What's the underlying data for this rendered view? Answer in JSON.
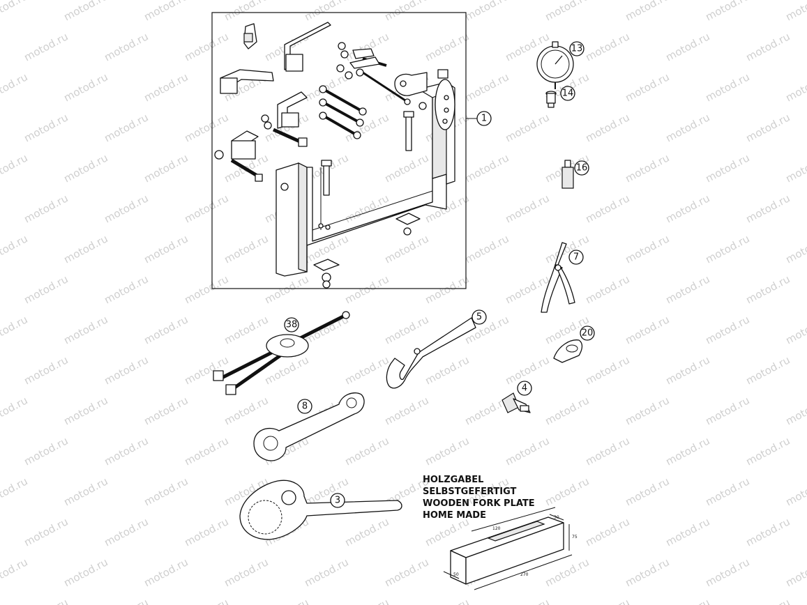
{
  "watermark": "motod.ru",
  "callouts": [
    "1",
    "13",
    "14",
    "16",
    "7",
    "20",
    "4",
    "38",
    "5",
    "8",
    "3"
  ],
  "note": {
    "lines": [
      "HOLZGABEL",
      "SELBSTGEFERTIGT",
      "WOODEN FORK PLATE",
      "HOME MADE"
    ]
  },
  "board_dimensions": {
    "top_length": "120",
    "depth": "30",
    "height": "75",
    "width": "50",
    "total_length": "270"
  }
}
